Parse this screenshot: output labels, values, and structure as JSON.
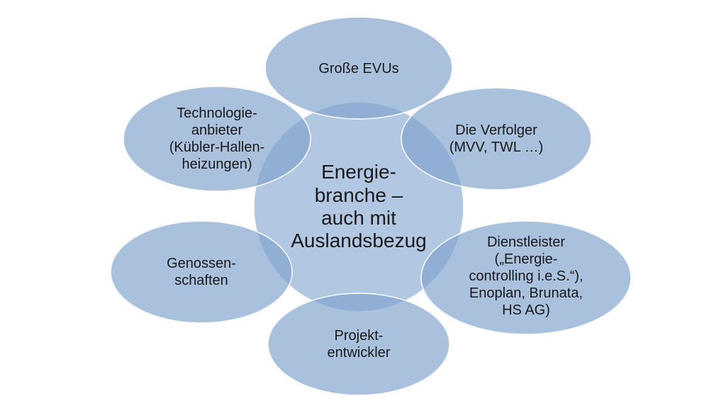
{
  "center": {
    "label": "Energie-\nbranche –\nauch mit\nAuslandsbezug"
  },
  "satellites": [
    {
      "key": "grosse-evus",
      "label": "Große EVUs"
    },
    {
      "key": "verfolger",
      "label": "Die Verfolger\n(MVV, TWL …)"
    },
    {
      "key": "dienstleister",
      "label": "Dienstleister\n(„Energie-\ncontrolling i.e.S.“),\nEnoplan, Brunata,\nHS AG)"
    },
    {
      "key": "projektentwickler",
      "label": "Projekt-\nentwickler"
    },
    {
      "key": "genossenschaften",
      "label": "Genossen-\nschaften"
    },
    {
      "key": "technologieanbieter",
      "label": "Technologie-\nanbieter\n(Kübler-Hallen-\nheizungen)"
    }
  ],
  "colors": {
    "fill": "#82A4CE",
    "stroke": "#FFFFFF",
    "text": "#1A1A1A"
  }
}
